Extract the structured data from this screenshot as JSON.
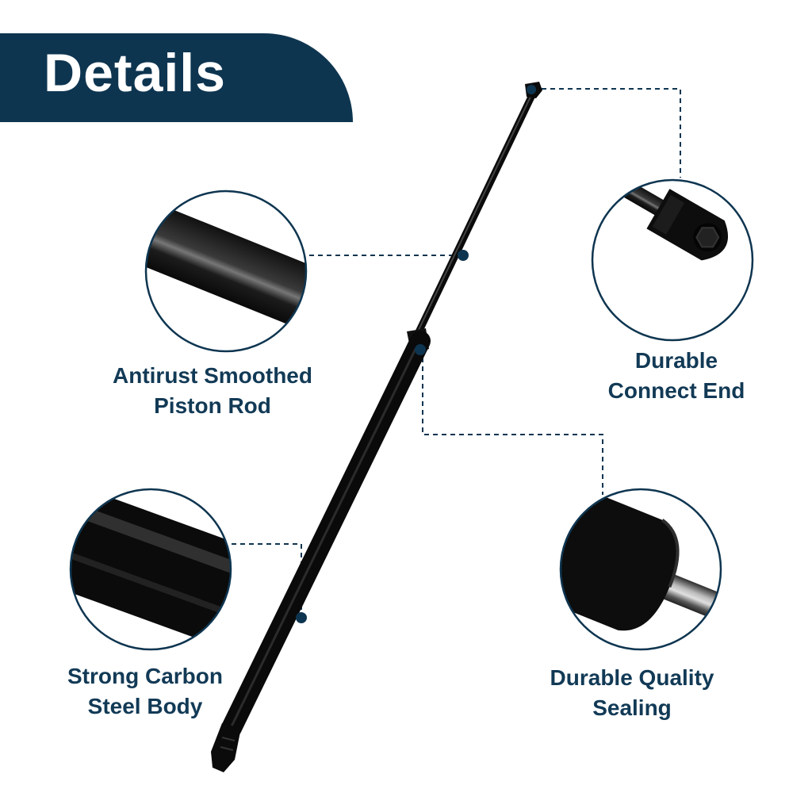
{
  "banner": {
    "title": "Details"
  },
  "callouts": {
    "piston_rod": {
      "line1": "Antirust Smoothed",
      "line2": "Piston Rod"
    },
    "connect_end": {
      "line1": "Durable",
      "line2": "Connect End"
    },
    "body": {
      "line1": "Strong Carbon",
      "line2": "Steel Body"
    },
    "sealing": {
      "line1": "Durable Quality",
      "line2": "Sealing"
    }
  },
  "colors": {
    "brand": "#0e3550",
    "label": "#123a56",
    "product": "#0b0b0b"
  }
}
